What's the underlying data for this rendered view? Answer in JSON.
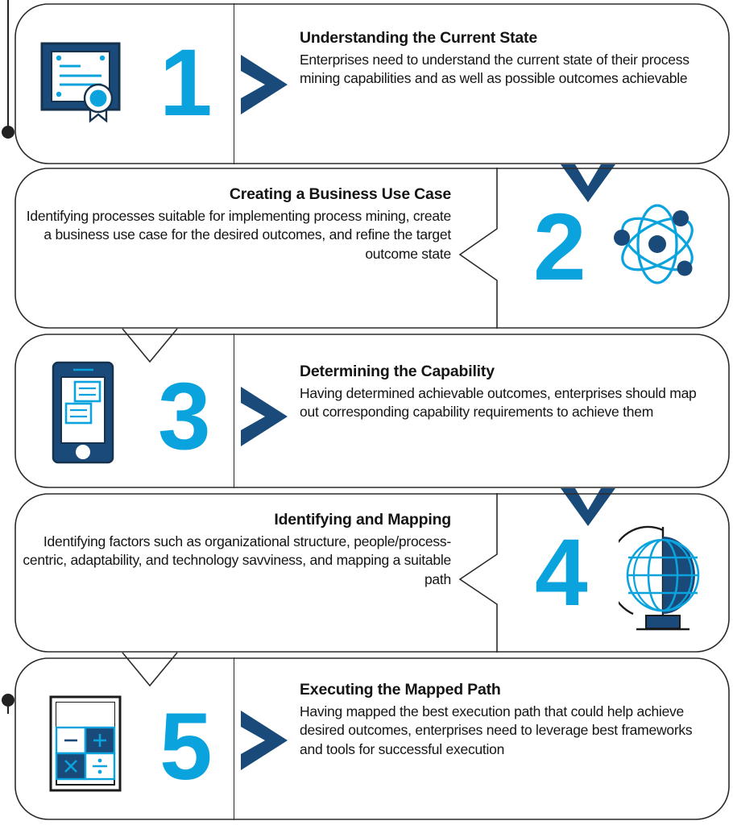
{
  "theme": {
    "accent_light": "#0BA3DD",
    "accent_dark": "#1A4A7A",
    "outline": "#2b2b2b",
    "text": "#141414",
    "background": "#ffffff"
  },
  "infographic": {
    "title_visible": false,
    "step_count": 5,
    "steps": [
      {
        "number": "1",
        "heading": "Understanding the Current State",
        "body": "Enterprises need to understand the current state of their process mining capabilities and as well as possible outcomes achievable",
        "icon": "certificate-icon",
        "text_side": "right",
        "chevron": "chevron-right-icon"
      },
      {
        "number": "2",
        "heading": "Creating a Business Use Case",
        "body": "Identifying processes suitable for implementing process mining, create a business use case for the desired outcomes, and refine the target outcome state",
        "icon": "atom-icon",
        "text_side": "left",
        "chevron": "chevron-left-icon"
      },
      {
        "number": "3",
        "heading": "Determining the Capability",
        "body": "Having determined achievable outcomes, enterprises should map out corresponding capability requirements to achieve them",
        "icon": "smartphone-icon",
        "text_side": "right",
        "chevron": "chevron-right-icon"
      },
      {
        "number": "4",
        "heading": "Identifying and Mapping",
        "body": "Identifying factors such as organizational structure, people/process-centric, adaptability, and technology savviness, and mapping a suitable path",
        "icon": "globe-stand-icon",
        "text_side": "left",
        "chevron": "chevron-left-icon"
      },
      {
        "number": "5",
        "heading": "Executing the Mapped Path",
        "body": "Having mapped the best execution path that could help achieve desired outcomes, enterprises need to leverage best frameworks and tools for successful execution",
        "icon": "calculator-icon",
        "text_side": "right",
        "chevron": "chevron-right-icon"
      }
    ],
    "connectors": [
      {
        "name": "connector-1-to-2",
        "glyph": "chevron-down-icon"
      },
      {
        "name": "connector-2-to-3",
        "glyph": "chevron-down-icon"
      },
      {
        "name": "connector-3-to-4",
        "glyph": "chevron-down-icon"
      },
      {
        "name": "connector-4-to-5",
        "glyph": "chevron-down-icon"
      }
    ]
  }
}
